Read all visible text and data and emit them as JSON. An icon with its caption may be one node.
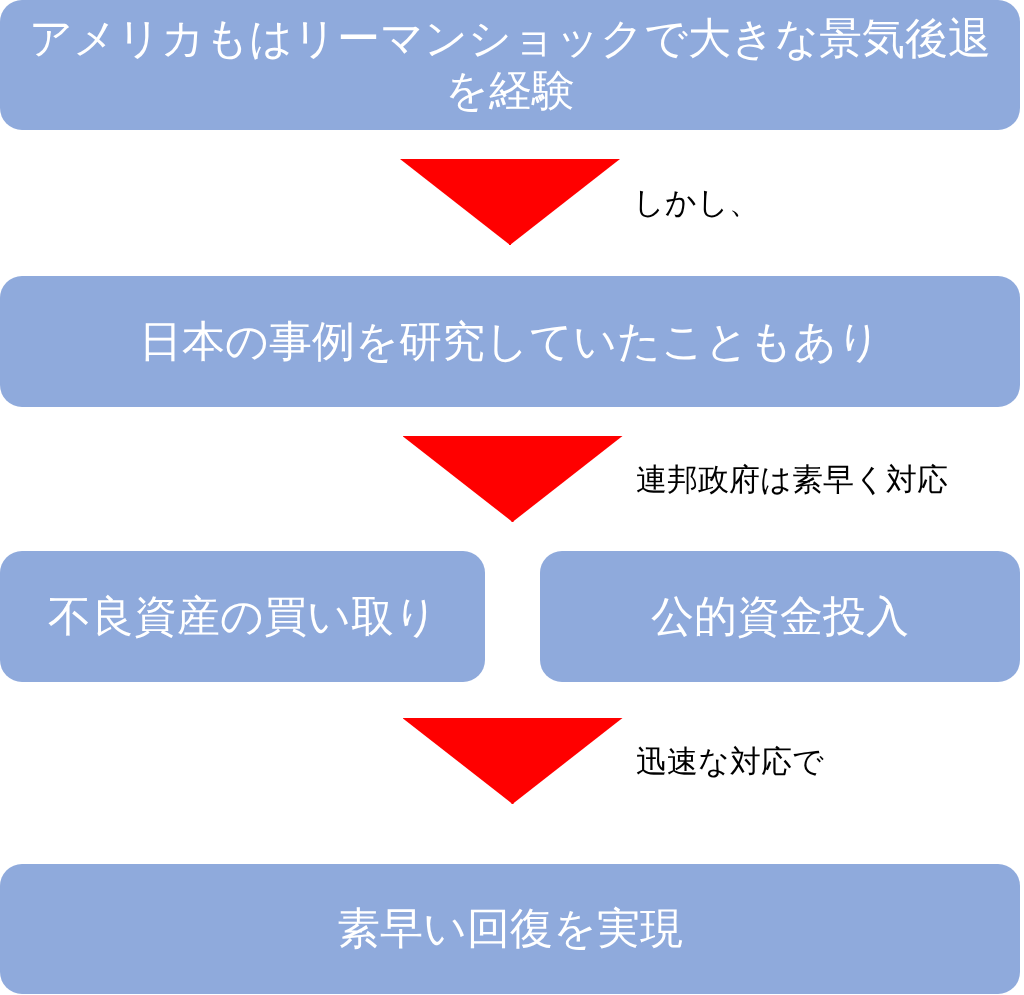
{
  "diagram": {
    "nodes": [
      {
        "text": [
          "アメリカもはリーマンショックで大きな景気後退を経験"
        ]
      },
      {
        "text": [
          "日本の事例を研究していたこともあり"
        ]
      },
      {
        "text": [
          "不良資産の買い取り"
        ]
      },
      {
        "text": [
          "公的資金投入"
        ]
      },
      {
        "text": [
          "素早い回復を実現"
        ]
      }
    ],
    "edges": [
      {
        "from": 0,
        "to": 1,
        "arrow": "to",
        "label": "しかし、"
      },
      {
        "from": 1,
        "to": 2,
        "arrow": "to",
        "label": "連邦政府は素早く対応"
      },
      {
        "from": 1,
        "to": 3,
        "arrow": "to"
      },
      {
        "from": 2,
        "to": 4,
        "arrow": "to",
        "label": "迅速な対応で"
      },
      {
        "from": 3,
        "to": 4,
        "arrow": "to"
      }
    ]
  }
}
